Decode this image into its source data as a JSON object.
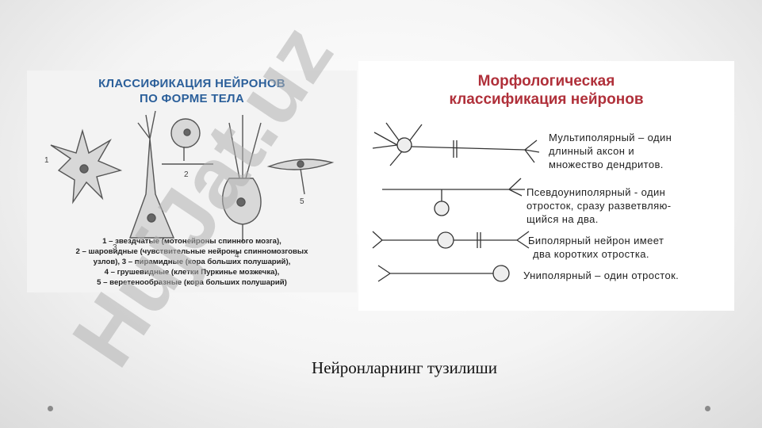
{
  "left_figure": {
    "title_line1": "КЛАССИФИКАЦИЯ НЕЙРОНОВ",
    "title_line2": "ПО ФОРМЕ ТЕЛА",
    "labels": [
      "1",
      "2",
      "3",
      "4",
      "5"
    ],
    "caption": [
      "1 – звездчатые (мотонейроны спинного мозга),",
      "2 – шаровидные (чувствительные нейроны спинномозговых",
      "узлов), 3 – пирамидные (кора больших полушарий),",
      "4 – грушевидные (клетки Пуркинье мозжечка),",
      "5 – веретенообразные (кора больших полушарий)"
    ]
  },
  "right_figure": {
    "title_line1": "Морфологическая",
    "title_line2": "классификация нейронов",
    "types": [
      {
        "lines": [
          "Мультиполярный – один",
          "длинный аксон и",
          "множество дендритов."
        ]
      },
      {
        "lines": [
          "Псевдоуниполярный - один",
          "отросток, сразу разветвляю-",
          "щийся на два."
        ]
      },
      {
        "lines": [
          "Биполярный нейрон имеет",
          "два коротких отростка."
        ]
      },
      {
        "lines": [
          "Униполярный – один отросток."
        ]
      }
    ]
  },
  "caption": "Нейронларнинг тузилиши",
  "watermark": "HujJat.uz",
  "colors": {
    "left_title": "#2b5f9a",
    "right_title": "#b0303a",
    "watermark": "#c9a7e8"
  }
}
